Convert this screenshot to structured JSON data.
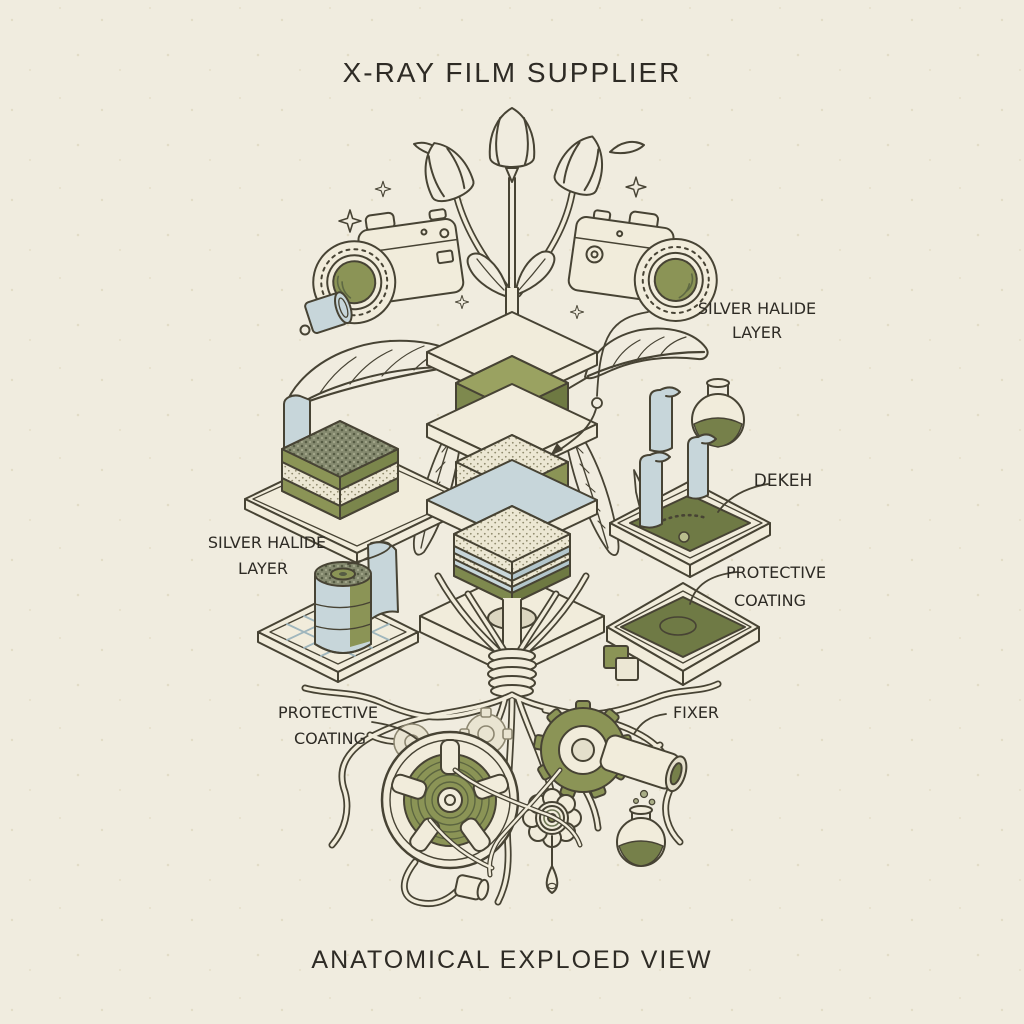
{
  "poster": {
    "title": "X-RAY FILM SUPPLIER",
    "subtitle": "ANATOMICAL EXPLOED VIEW"
  },
  "labels": {
    "silver_halide_right": {
      "line1": "SILVER HALIDE",
      "line2": "LAYER"
    },
    "developer": {
      "line1": "DEKEH"
    },
    "protective_coating_right": {
      "line1": "PROTECTIVE",
      "line2": "COATING"
    },
    "silver_halide_left": {
      "line1": "SILVER HALIDE",
      "line2": "LAYER"
    },
    "protective_coating_left": {
      "line1": "PROTECTIVE",
      "line2": "COATING"
    },
    "fixer": {
      "line1": "FIXER"
    }
  },
  "palette": {
    "background": "#f0ecdf",
    "line": "#474334",
    "olive": "#8b9456",
    "olive_dark": "#6f7a45",
    "blue_gray": "#c7d6da",
    "cream": "#f1ecdb",
    "text": "#2e2b25"
  }
}
